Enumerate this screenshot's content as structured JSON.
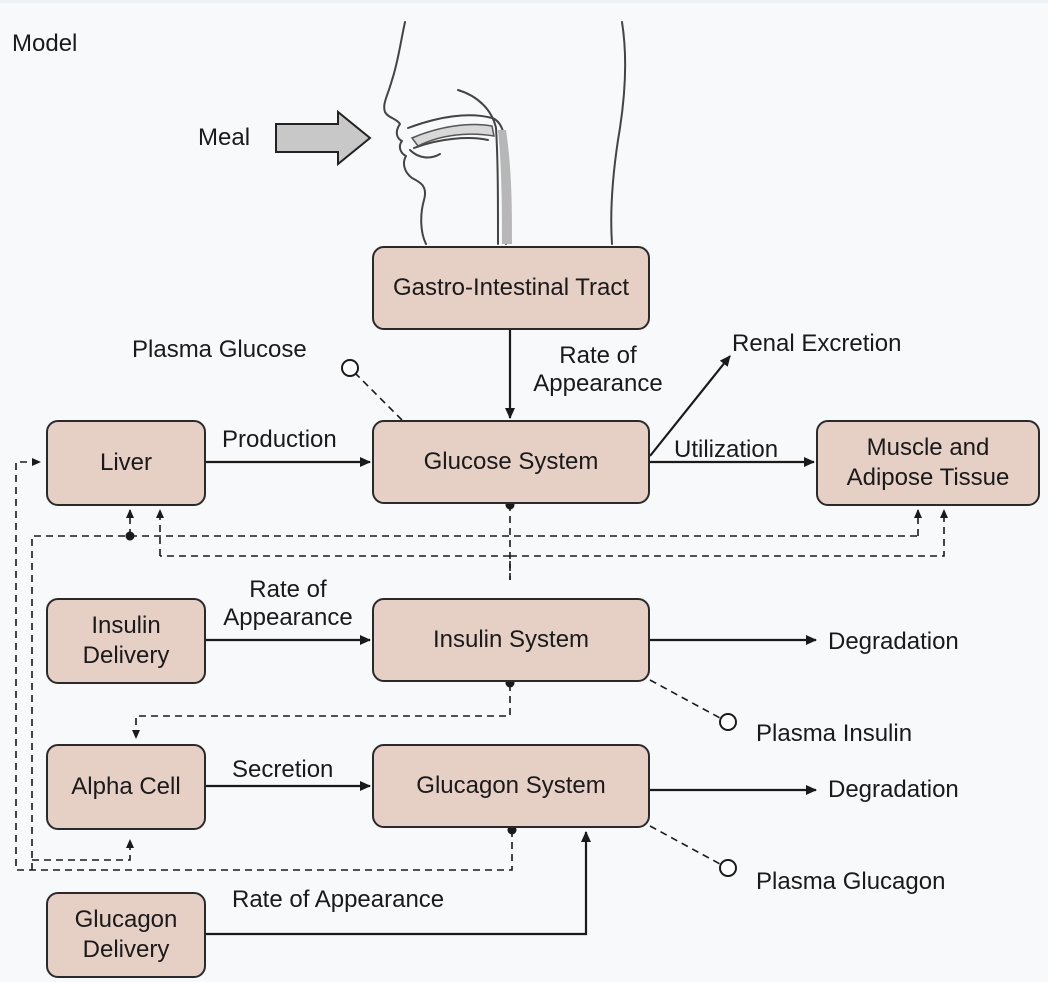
{
  "title": "Model",
  "meal": "Meal",
  "boxes": {
    "gi": "Gastro-Intestinal Tract",
    "glucose": "Glucose System",
    "liver": "Liver",
    "muscle": "Muscle and Adipose Tissue",
    "insulin_delivery": "Insulin Delivery",
    "insulin_system": "Insulin System",
    "alpha_cell": "Alpha Cell",
    "glucagon_system": "Glucagon System",
    "glucagon_delivery": "Glucagon Delivery"
  },
  "labels": {
    "plasma_glucose": "Plasma Glucose",
    "rate_of_appearance_gi": "Rate of Appearance",
    "renal_excretion": "Renal Excretion",
    "production": "Production",
    "utilization": "Utilization",
    "rate_of_appearance_insulin": "Rate of Appearance",
    "degradation_insulin": "Degradation",
    "plasma_insulin": "Plasma Insulin",
    "secretion": "Secretion",
    "degradation_glucagon": "Degradation",
    "plasma_glucagon": "Plasma Glucagon",
    "rate_of_appearance_glucagon": "Rate of Appearance"
  },
  "colors": {
    "box_fill": "#e6cfc5",
    "box_border": "#2a2a2a",
    "arrow_fill": "#c8c8c8",
    "line": "#1a1a1a"
  }
}
